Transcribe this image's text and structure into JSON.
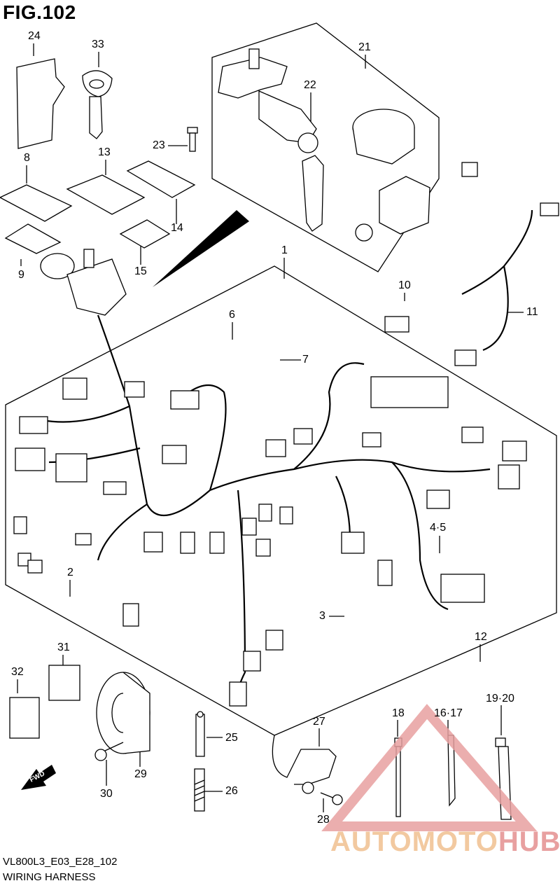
{
  "figure": {
    "title": "FIG.102"
  },
  "callouts": [
    {
      "id": "c24",
      "text": "24"
    },
    {
      "id": "c33",
      "text": "33"
    },
    {
      "id": "c21",
      "text": "21"
    },
    {
      "id": "c22",
      "text": "22"
    },
    {
      "id": "c23",
      "text": "23"
    },
    {
      "id": "c8",
      "text": "8"
    },
    {
      "id": "c13",
      "text": "13"
    },
    {
      "id": "c14",
      "text": "14"
    },
    {
      "id": "c9",
      "text": "9"
    },
    {
      "id": "c15",
      "text": "15"
    },
    {
      "id": "c1",
      "text": "1"
    },
    {
      "id": "c6",
      "text": "6"
    },
    {
      "id": "c7",
      "text": "7"
    },
    {
      "id": "c10",
      "text": "10"
    },
    {
      "id": "c11",
      "text": "11"
    },
    {
      "id": "c45",
      "text": "4·5"
    },
    {
      "id": "c2",
      "text": "2"
    },
    {
      "id": "c3",
      "text": "3"
    },
    {
      "id": "c12",
      "text": "12"
    },
    {
      "id": "c31",
      "text": "31"
    },
    {
      "id": "c32",
      "text": "32"
    },
    {
      "id": "c27",
      "text": "27"
    },
    {
      "id": "c18",
      "text": "18"
    },
    {
      "id": "c1617",
      "text": "16·17"
    },
    {
      "id": "c1920",
      "text": "19·20"
    },
    {
      "id": "c25",
      "text": "25"
    },
    {
      "id": "c29",
      "text": "29"
    },
    {
      "id": "c26",
      "text": "26"
    },
    {
      "id": "c30",
      "text": "30"
    },
    {
      "id": "c28",
      "text": "28"
    }
  ],
  "fwd_label": "FWD",
  "footer": {
    "code": "VL800L3_E03_E28_102",
    "caption": "WIRING HARNESS"
  },
  "watermark": {
    "part1": "AUTOMOTO",
    "part2": "HUB",
    "color1": "#f2c9a0",
    "color2": "#e8a0a0"
  }
}
